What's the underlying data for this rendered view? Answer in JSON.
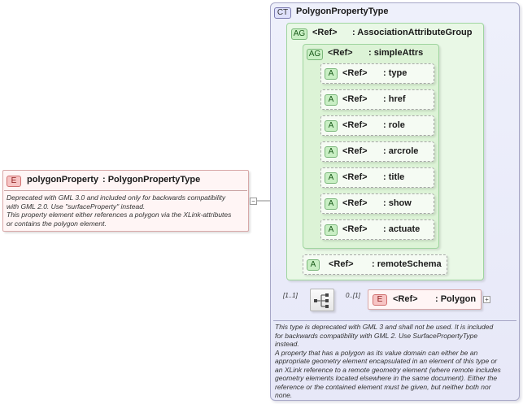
{
  "root_element": {
    "badge": "E",
    "name": "polygonProperty",
    "type": ": PolygonPropertyType",
    "documentation": [
      "Deprecated with GML 3.0 and included only for backwards compatibility",
      "with GML 2.0. Use \"surfaceProperty\" instead.",
      "This property element either references a polygon via the XLink-attributes",
      "or contains the polygon element."
    ],
    "collapse_symbol": "−"
  },
  "complex_type": {
    "badge": "CT",
    "name": "PolygonPropertyType",
    "documentation": [
      "This type is deprecated with GML 3 and shall not be used. It is included",
      "for backwards compatibility with GML 2. Use SurfacePropertyType",
      "instead.",
      "A property that has a polygon as its value domain can either be an",
      "appropriate geometry element encapsulated in an element of this type or",
      "an XLink reference to a remote geometry element (where remote includes",
      "geometry elements located elsewhere in the same document). Either the",
      "reference or the contained element must be given, but neither both nor",
      "none."
    ]
  },
  "association_group": {
    "badge": "AG",
    "ref": "<Ref>",
    "name": ": AssociationAttributeGroup"
  },
  "simple_attrs_group": {
    "badge": "AG",
    "ref": "<Ref>",
    "name": ": simpleAttrs"
  },
  "attributes": [
    {
      "badge": "A",
      "ref": "<Ref>",
      "name": ": type"
    },
    {
      "badge": "A",
      "ref": "<Ref>",
      "name": ": href"
    },
    {
      "badge": "A",
      "ref": "<Ref>",
      "name": ": role"
    },
    {
      "badge": "A",
      "ref": "<Ref>",
      "name": ": arcrole"
    },
    {
      "badge": "A",
      "ref": "<Ref>",
      "name": ": title"
    },
    {
      "badge": "A",
      "ref": "<Ref>",
      "name": ": show"
    },
    {
      "badge": "A",
      "ref": "<Ref>",
      "name": ": actuate"
    }
  ],
  "remote_schema": {
    "badge": "A",
    "ref": "<Ref>",
    "name": ": remoteSchema"
  },
  "sequence": {
    "cardinality": "[1..1]",
    "child_cardinality": "0..[1]"
  },
  "polygon_element": {
    "badge": "E",
    "ref": "<Ref>",
    "name": ": Polygon",
    "expand_symbol": "+"
  }
}
